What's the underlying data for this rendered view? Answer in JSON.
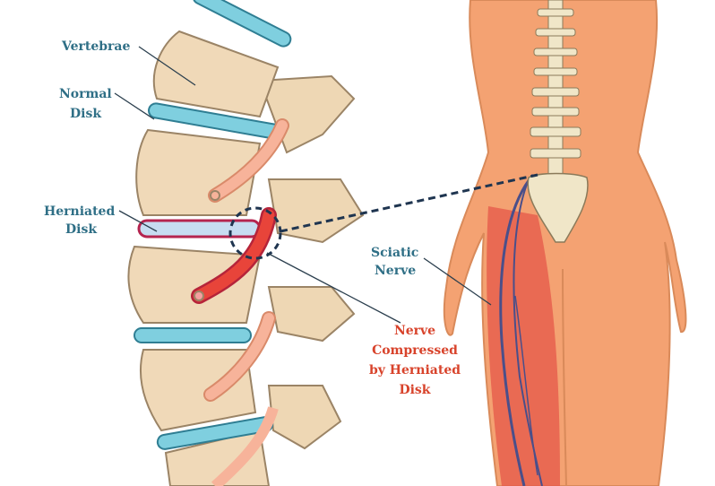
{
  "labels": {
    "vertebrae": "Vertebrae",
    "normal_disk": [
      "Normal",
      "Disk"
    ],
    "herniated_disk": [
      "Herniated",
      "Disk"
    ],
    "sciatic_nerve": [
      "Sciatic",
      "Nerve"
    ],
    "nerve_compressed": [
      "Nerve",
      "Compressed",
      "by Herniated",
      "Disk"
    ]
  },
  "colors": {
    "label": "#2f6f86",
    "label_alert": "#d8432b",
    "bone": "#f0d9b8",
    "disk": "#7fcfdf",
    "skin": "#f4a272",
    "nerve": "#f5a98a",
    "inflamed": "#e8443a"
  }
}
